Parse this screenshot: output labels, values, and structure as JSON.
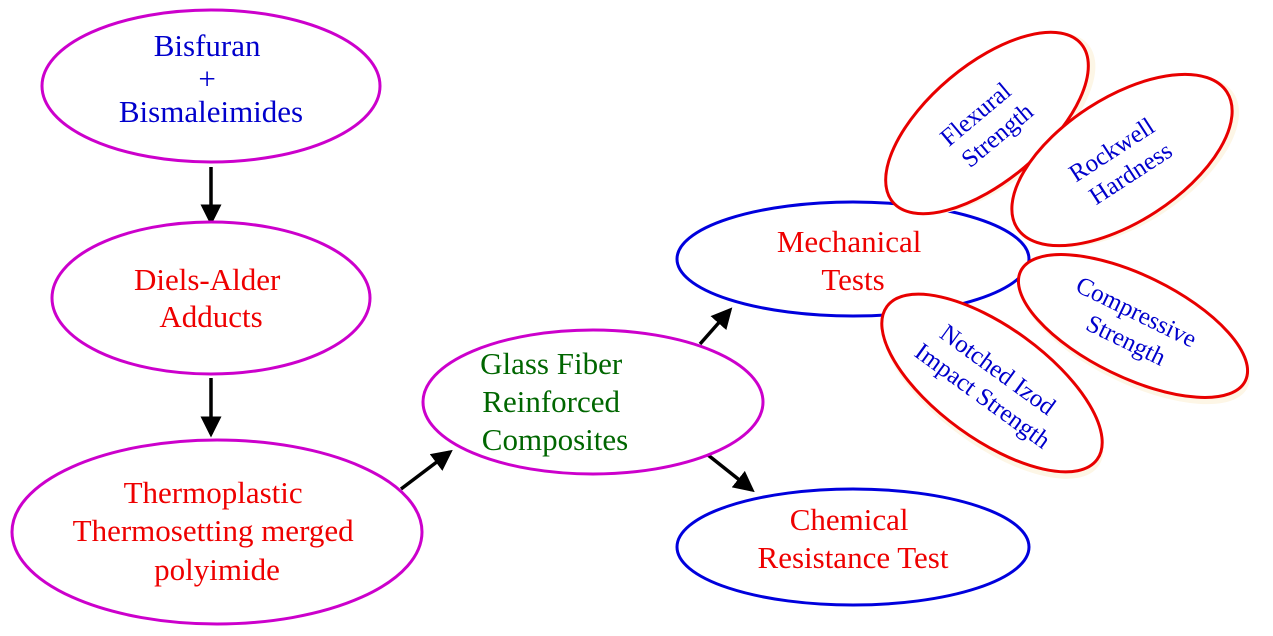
{
  "title": "Synthesis and testing flow of glass fiber reinforced composites",
  "colors": {
    "purple_stroke": "#cc00cc",
    "blue_stroke": "#0000dd",
    "red_stroke": "#e80000",
    "text_blue": "#0000cc",
    "text_red": "#ee0000",
    "text_green": "#006600",
    "arrow": "#000000"
  },
  "nodes": {
    "bisfuran": {
      "lines": [
        "Bisfuran",
        "+",
        "Bismaleimides"
      ]
    },
    "diels_alder": {
      "lines": [
        "Diels-Alder",
        "Adducts"
      ]
    },
    "polyimide": {
      "lines": [
        "Thermoplastic",
        "Thermosetting merged",
        "polyimide"
      ]
    },
    "composites": {
      "lines": [
        "Glass Fiber",
        "Reinforced",
        "Composites"
      ]
    },
    "mechanical": {
      "lines": [
        "Mechanical",
        "Tests"
      ]
    },
    "chemical": {
      "lines": [
        "Chemical",
        "Resistance Test"
      ]
    },
    "flexural": {
      "lines": [
        "Flexural",
        "Strength"
      ]
    },
    "rockwell": {
      "lines": [
        "Rockwell",
        "Hardness"
      ]
    },
    "compressive": {
      "lines": [
        "Compressive",
        "Strength"
      ]
    },
    "izod": {
      "lines": [
        "Notched Izod",
        "Impact Strength"
      ]
    }
  },
  "edges": [
    {
      "from": "Bisfuran + Bismaleimides",
      "to": "Diels-Alder Adducts"
    },
    {
      "from": "Diels-Alder Adducts",
      "to": "Thermoplastic Thermosetting merged polyimide"
    },
    {
      "from": "Thermoplastic Thermosetting merged polyimide",
      "to": "Glass Fiber Reinforced Composites"
    },
    {
      "from": "Glass Fiber Reinforced Composites",
      "to": "Mechanical Tests"
    },
    {
      "from": "Glass Fiber Reinforced Composites",
      "to": "Chemical Resistance Test"
    }
  ]
}
